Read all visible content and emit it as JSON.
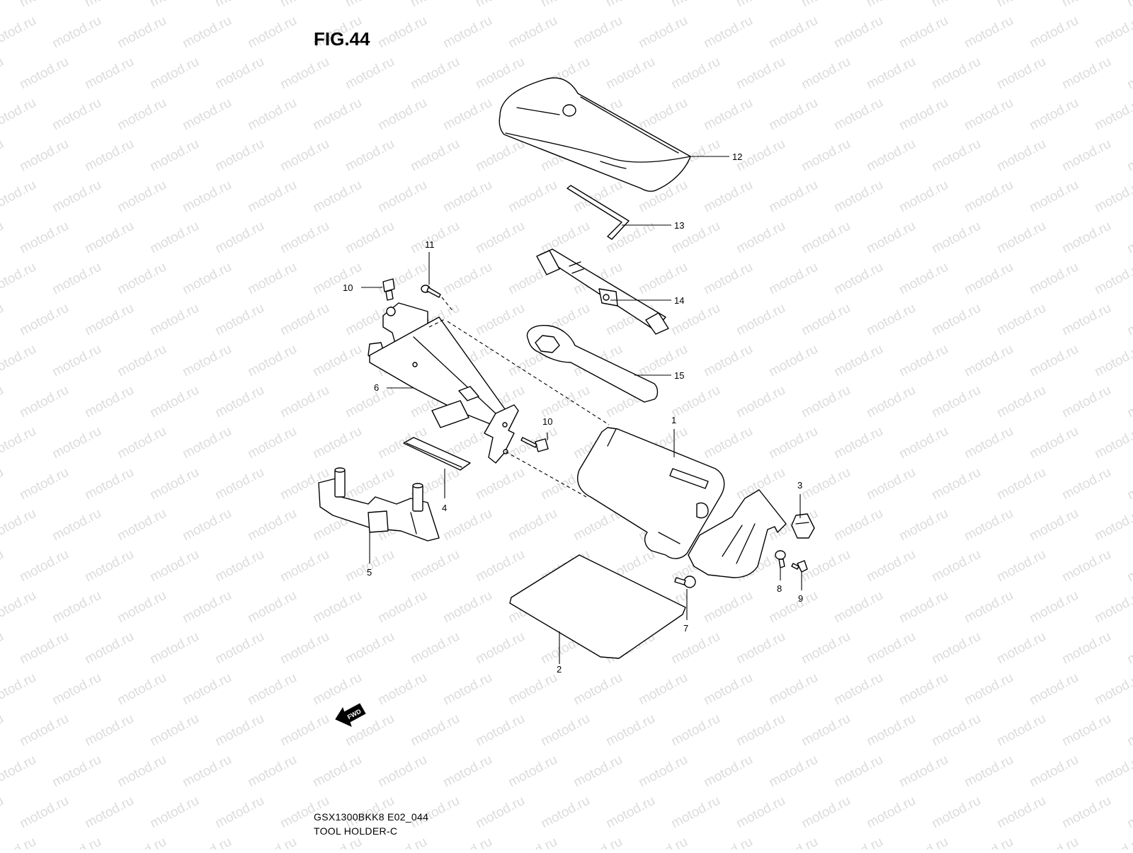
{
  "figure": {
    "title": "FIG.44",
    "code": "GSX1300BKK8 E02_044",
    "name": "TOOL HOLDER-C"
  },
  "watermark": "motod.ru",
  "fwd_label": "FWD",
  "callouts": [
    {
      "id": "c1",
      "label": "1"
    },
    {
      "id": "c2",
      "label": "2"
    },
    {
      "id": "c3",
      "label": "3"
    },
    {
      "id": "c4",
      "label": "4"
    },
    {
      "id": "c5",
      "label": "5"
    },
    {
      "id": "c6",
      "label": "6"
    },
    {
      "id": "c7",
      "label": "7"
    },
    {
      "id": "c8",
      "label": "8"
    },
    {
      "id": "c9",
      "label": "9"
    },
    {
      "id": "c10a",
      "label": "10"
    },
    {
      "id": "c10b",
      "label": "10"
    },
    {
      "id": "c11",
      "label": "11"
    },
    {
      "id": "c12",
      "label": "12"
    },
    {
      "id": "c13",
      "label": "13"
    },
    {
      "id": "c14",
      "label": "14"
    },
    {
      "id": "c15",
      "label": "15"
    }
  ]
}
